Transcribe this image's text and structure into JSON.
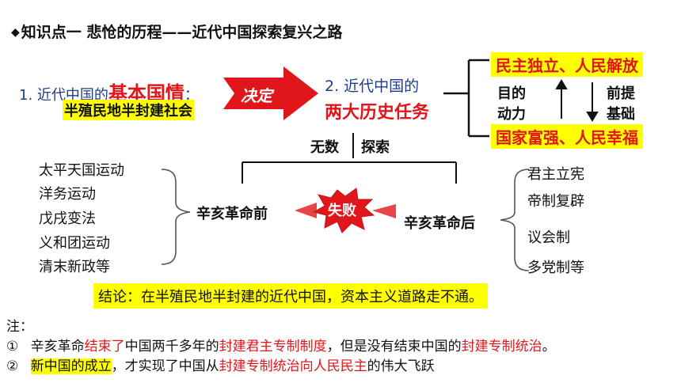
{
  "title": {
    "bullet": "◆",
    "text": "知识点一  悲怆的历程——近代中国探索复兴之路"
  },
  "left": {
    "prefix": "1. 近代中国的",
    "highlight": "基本国情",
    "suffix": "：",
    "basis": "半殖民地半封建社会"
  },
  "arrow_label": "决定",
  "center": {
    "line1": "2. 近代中国的",
    "line2": "两大历史任务"
  },
  "right": {
    "goal_top": "民主独立、人民解放",
    "goal_bottom": "国家富强、人民幸福",
    "label_left_1": "目的",
    "label_left_2": "动力",
    "label_right_1": "前提",
    "label_right_2": "基础"
  },
  "explore": {
    "left": "无数",
    "right": "探索"
  },
  "before": {
    "label": "辛亥革命前",
    "items": [
      "太平天国运动",
      "洋务运动",
      "戊戌变法",
      "义和团运动",
      "清末新政等"
    ]
  },
  "failure": "失败",
  "after": {
    "label": "辛亥革命后",
    "items": [
      "君主立宪",
      "帝制复辟",
      "议会制",
      "多党制等"
    ]
  },
  "conclusion": "结论：在半殖民地半封建的近代中国，资本主义道路走不通。",
  "notes": {
    "heading": "注：",
    "n1": {
      "marker": "①",
      "a": "辛亥革命",
      "b": "结束了",
      "c": "中国两千多年的",
      "d": "封建君主专制制度",
      "e": "，但是没有结束中国的",
      "f": "封建专制统治",
      "g": "。"
    },
    "n2": {
      "marker": "②",
      "a": "新中国的成立",
      "b": "，才实现了中国从",
      "c": "封建专制统治向人民民主",
      "d": "的伟大飞跃"
    }
  },
  "colors": {
    "accent_red": "#e0161b",
    "highlight_yellow": "#ffff00",
    "text_blue": "#1f3c8c"
  }
}
